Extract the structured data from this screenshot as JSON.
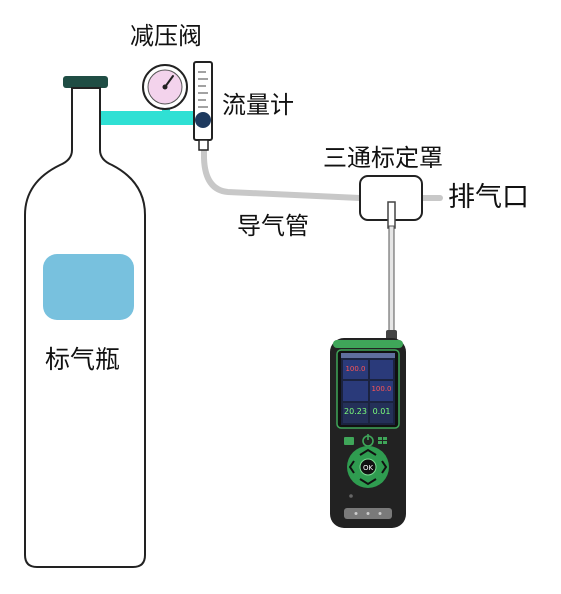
{
  "labels": {
    "pressure_regulator": "减压阀",
    "flow_meter": "流量计",
    "calibration_hood": "三通标定罩",
    "exhaust_port": "排气口",
    "gas_tube": "导气管",
    "gas_cylinder": "标气瓶"
  },
  "device": {
    "reading_1": "100.0",
    "reading_2": "100.0",
    "reading_3": "20.23",
    "reading_4": "0.01",
    "ok_button": "OK"
  },
  "colors": {
    "connector": "#2fe0d4",
    "cylinder_label_panel": "#78c1de",
    "cylinder_cap": "#1f4d44",
    "tube": "#c8c8c8",
    "device_body": "#222222",
    "device_accent": "#3fa659"
  },
  "icons": {
    "pressure_gauge": "gauge-icon",
    "power": "power-icon",
    "menu": "grid-icon",
    "battery": "battery-icon"
  }
}
